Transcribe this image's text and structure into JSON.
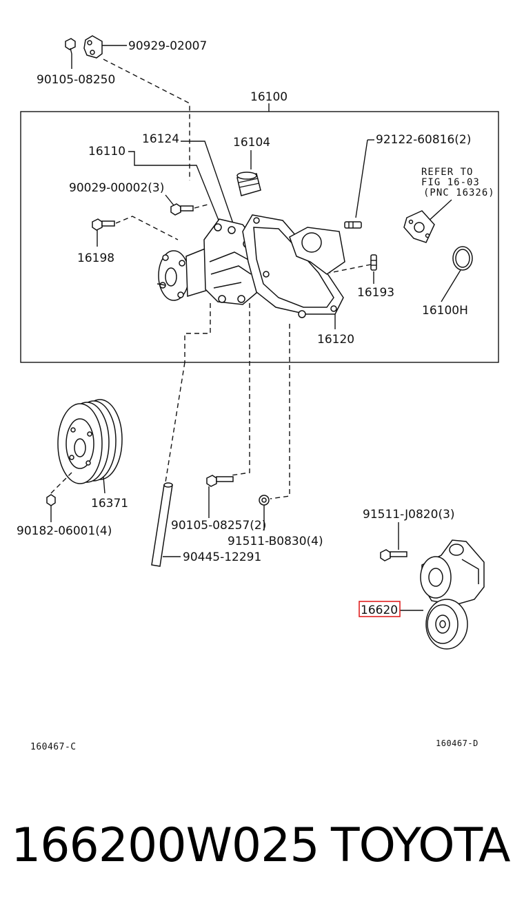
{
  "diagram": {
    "labels": {
      "l_90929_02007": "90929-02007",
      "l_90105_08250": "90105-08250",
      "l_16100": "16100",
      "l_16124": "16124",
      "l_16110": "16110",
      "l_16104": "16104",
      "l_92122": "92122-60816(2)",
      "l_90029": "90029-00002(3)",
      "l_16198": "16198",
      "l_16193": "16193",
      "l_16100H": "16100H",
      "l_16120": "16120",
      "l_16371": "16371",
      "l_90182": "90182-06001(4)",
      "l_90105_08257": "90105-08257(2)",
      "l_91511_B0830": "91511-B0830(4)",
      "l_90445": "90445-12291",
      "l_91511_J0820": "91511-J0820(3)",
      "l_16620": "16620"
    },
    "refer": {
      "line1": "REFER TO",
      "line2": "FIG 16-03",
      "line3": "(PNC 16326)"
    },
    "figure_codes": {
      "left": "160467-C",
      "right": "160467-D"
    },
    "highlight_color": "#e02020"
  },
  "caption": {
    "part_number": "166200W025",
    "brand": "TOYOTA"
  }
}
